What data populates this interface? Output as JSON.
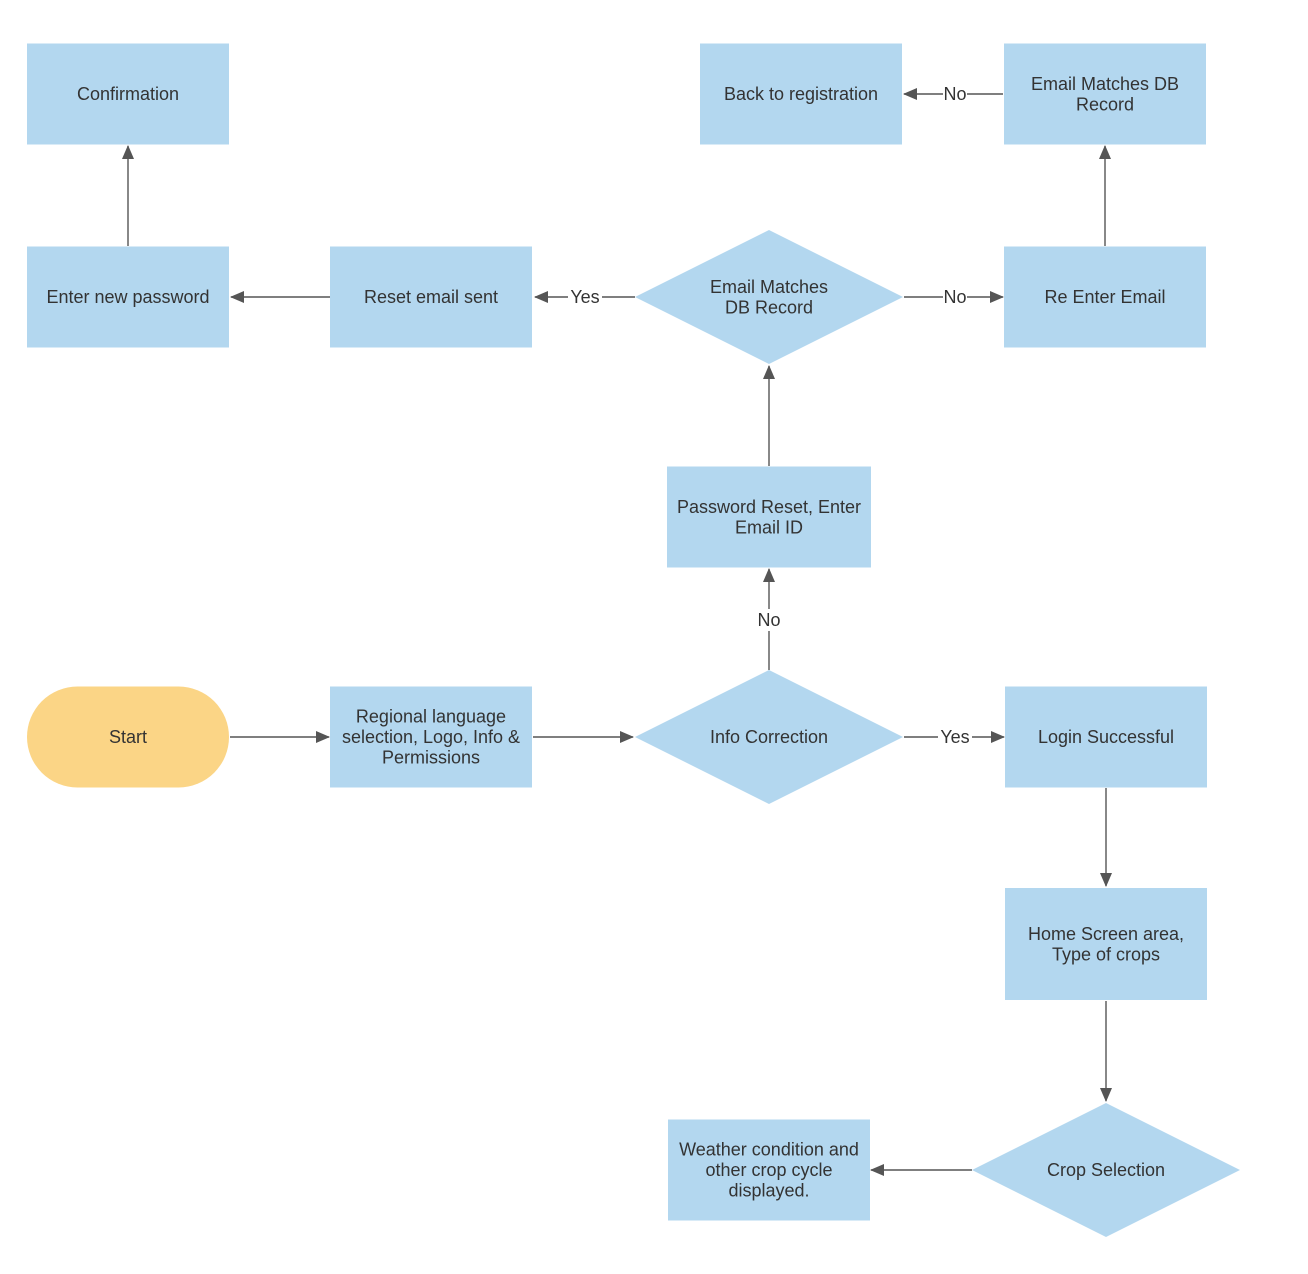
{
  "colors": {
    "process": "#b3d7ef",
    "terminal": "#fbd586",
    "line": "#555555",
    "text": "#333333",
    "background": "#ffffff"
  },
  "nodes": [
    {
      "id": "start",
      "shape": "terminal",
      "lines": [
        "Start"
      ]
    },
    {
      "id": "regional",
      "shape": "process",
      "lines": [
        "Regional language",
        "selection, Logo, Info &",
        "Permissions"
      ]
    },
    {
      "id": "info_correction",
      "shape": "decision",
      "lines": [
        "Info Correction"
      ]
    },
    {
      "id": "login_successful",
      "shape": "process",
      "lines": [
        "Login Successful"
      ]
    },
    {
      "id": "home_screen",
      "shape": "process",
      "lines": [
        "Home Screen area,",
        "Type of crops"
      ]
    },
    {
      "id": "crop_selection",
      "shape": "decision",
      "lines": [
        "Crop Selection"
      ]
    },
    {
      "id": "weather",
      "shape": "process",
      "lines": [
        "Weather condition and",
        "other crop cycle",
        "displayed."
      ]
    },
    {
      "id": "password_reset",
      "shape": "process",
      "lines": [
        "Password Reset, Enter",
        "Email ID"
      ]
    },
    {
      "id": "email_match_1",
      "shape": "decision",
      "lines": [
        "Email Matches",
        "DB Record"
      ]
    },
    {
      "id": "reset_email_sent",
      "shape": "process",
      "lines": [
        "Reset email sent"
      ]
    },
    {
      "id": "enter_new_password",
      "shape": "process",
      "lines": [
        "Enter new password"
      ]
    },
    {
      "id": "confirmation",
      "shape": "process",
      "lines": [
        "Confirmation"
      ]
    },
    {
      "id": "re_enter_email",
      "shape": "process",
      "lines": [
        "Re Enter Email"
      ]
    },
    {
      "id": "email_match_2",
      "shape": "process",
      "lines": [
        "Email Matches DB",
        "Record"
      ]
    },
    {
      "id": "back_to_registration",
      "shape": "process",
      "lines": [
        "Back to registration"
      ]
    }
  ],
  "edges": [
    {
      "from": "start",
      "to": "regional",
      "label": ""
    },
    {
      "from": "regional",
      "to": "info_correction",
      "label": ""
    },
    {
      "from": "info_correction",
      "to": "login_successful",
      "label": "Yes"
    },
    {
      "from": "info_correction",
      "to": "password_reset",
      "label": "No"
    },
    {
      "from": "login_successful",
      "to": "home_screen",
      "label": ""
    },
    {
      "from": "home_screen",
      "to": "crop_selection",
      "label": ""
    },
    {
      "from": "crop_selection",
      "to": "weather",
      "label": ""
    },
    {
      "from": "password_reset",
      "to": "email_match_1",
      "label": ""
    },
    {
      "from": "email_match_1",
      "to": "reset_email_sent",
      "label": "Yes"
    },
    {
      "from": "email_match_1",
      "to": "re_enter_email",
      "label": "No"
    },
    {
      "from": "reset_email_sent",
      "to": "enter_new_password",
      "label": ""
    },
    {
      "from": "enter_new_password",
      "to": "confirmation",
      "label": ""
    },
    {
      "from": "re_enter_email",
      "to": "email_match_2",
      "label": ""
    },
    {
      "from": "email_match_2",
      "to": "back_to_registration",
      "label": "No"
    }
  ]
}
